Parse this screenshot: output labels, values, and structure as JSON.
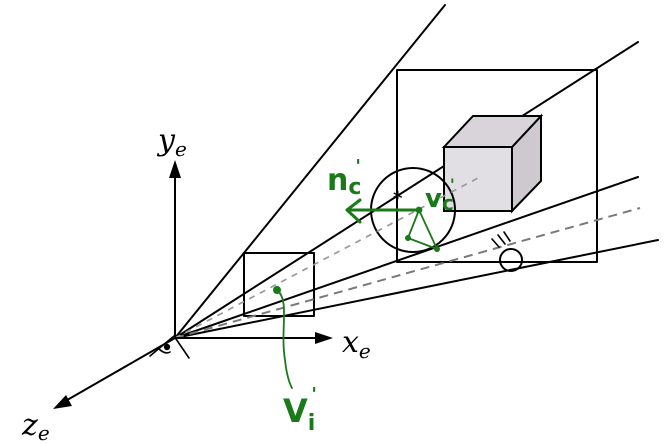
{
  "axes": {
    "y": {
      "main": "y",
      "sub": "e"
    },
    "x": {
      "main": "x",
      "sub": "e"
    },
    "z": {
      "main": "z",
      "sub": "e"
    }
  },
  "annotations": {
    "normal": {
      "main": "n",
      "sub": "c",
      "sup": "'"
    },
    "vertex_center": {
      "main": "v",
      "sub": "c",
      "sup": "'"
    },
    "vertex": {
      "main": "V",
      "sub": "i",
      "sup": "'"
    },
    "star": "*",
    "light_marks": "///"
  },
  "colors": {
    "ink": "#000000",
    "annotation": "#1a7a1a",
    "cube_front": "#e2dfe4",
    "cube_side": "#cdc9cf",
    "cube_top": "#d8d4da",
    "dashed": "#7a7a7a"
  }
}
